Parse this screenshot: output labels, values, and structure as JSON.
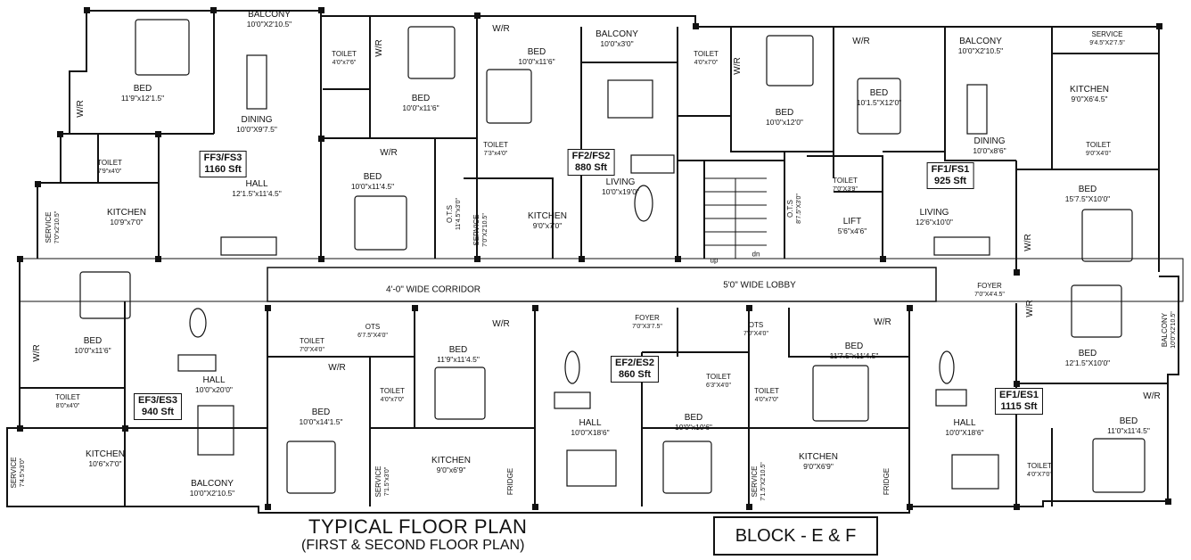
{
  "title": "TYPICAL FLOOR PLAN",
  "subtitle": "(FIRST & SECOND FLOOR PLAN)",
  "block": "BLOCK - E & F",
  "units": {
    "ff3": {
      "name": "FF3/FS3",
      "area": "1160 Sft"
    },
    "ff2": {
      "name": "FF2/FS2",
      "area": "880 Sft"
    },
    "ff1": {
      "name": "FF1/FS1",
      "area": "925 Sft"
    },
    "ef3": {
      "name": "EF3/ES3",
      "area": "940 Sft"
    },
    "ef2": {
      "name": "EF2/ES2",
      "area": "860 Sft"
    },
    "ef1": {
      "name": "EF1/ES1",
      "area": "1115 Sft"
    }
  },
  "corridor": {
    "corridor": "4'-0\" WIDE CORRIDOR",
    "lobby": "5'0\" WIDE LOBBY",
    "up": "up",
    "dn": "dn"
  },
  "rooms": {
    "ff3_balcony": {
      "name": "BALCONY",
      "dim": "10'0\"X2'10.5\""
    },
    "ff3_bed": {
      "name": "BED",
      "dim": "11'9\"x12'1.5\""
    },
    "ff3_wr": {
      "name": "W/R"
    },
    "ff3_dining": {
      "name": "DINING",
      "dim": "10'0\"X9'7.5\""
    },
    "ff3_toilet": {
      "name": "TOILET",
      "dim": "7'9\"x4'0\""
    },
    "ff3_hall": {
      "name": "HALL",
      "dim": "12'1.5\"x11'4.5\""
    },
    "ff3_kitchen": {
      "name": "KITCHEN",
      "dim": "10'9\"x7'0\""
    },
    "ff3_service": {
      "name": "SERVICE",
      "dim": "7'0\"x2'10.5\""
    },
    "ff3_toilet2": {
      "name": "TOILET",
      "dim": "4'0\"x7'6\""
    },
    "ff3_wr2": {
      "name": "W/R"
    },
    "ff3_bed2": {
      "name": "BED",
      "dim": "10'0\"x11'6\""
    },
    "ff3_wr3": {
      "name": "W/R"
    },
    "ff3_bed3": {
      "name": "BED",
      "dim": "10'0\"x11'4.5\""
    },
    "ots1": {
      "name": "O.T.S",
      "dim": "11'4.5\"x3'0\""
    },
    "ff2_wr": {
      "name": "W/R"
    },
    "ff2_bed": {
      "name": "BED",
      "dim": "10'0\"x11'6\""
    },
    "ff2_toilet": {
      "name": "TOILET",
      "dim": "7'3\"x4'0\""
    },
    "ff2_service": {
      "name": "SERVICE",
      "dim": "7'0\"X2'10.5\""
    },
    "ff2_kitchen": {
      "name": "KITCHEN",
      "dim": "9'0\"x7'0\""
    },
    "ff2_balcony": {
      "name": "BALCONY",
      "dim": "10'0\"x3'0\""
    },
    "ff2_living": {
      "name": "LIVING",
      "dim": "10'0\"x19'0\""
    },
    "ff2_toilet2": {
      "name": "TOILET",
      "dim": "4'0\"x7'0\""
    },
    "ff2_wr2": {
      "name": "W/R"
    },
    "ff2_bed2": {
      "name": "BED",
      "dim": "10'0\"x12'0\""
    },
    "ots2": {
      "name": "O.T.S",
      "dim": "8'7.5\"X3'0\""
    },
    "lift": {
      "name": "LIFT",
      "dim": "5'6\"x4'6\""
    },
    "ff1_toilet": {
      "name": "TOILET",
      "dim": "7'0\"X3'9\""
    },
    "ff1_wr": {
      "name": "W/R"
    },
    "ff1_bed": {
      "name": "BED",
      "dim": "10'1.5\"X12'0\""
    },
    "ff1_balcony": {
      "name": "BALCONY",
      "dim": "10'0\"X2'10.5\""
    },
    "ff1_service": {
      "name": "SERVICE",
      "dim": "9'4.5\"X2'7.5\""
    },
    "ff1_kitchen": {
      "name": "KITCHEN",
      "dim": "9'0\"X6'4.5\""
    },
    "ff1_dining": {
      "name": "DINING",
      "dim": "10'0\"x8'6\""
    },
    "ff1_toilet2": {
      "name": "TOILET",
      "dim": "9'0\"X4'0\""
    },
    "ff1_living": {
      "name": "LIVING",
      "dim": "12'6\"x10'0\""
    },
    "ff1_bed2": {
      "name": "BED",
      "dim": "15'7.5\"X10'0\""
    },
    "ff1_wr2": {
      "name": "W/R"
    },
    "ef3_wr": {
      "name": "W/R"
    },
    "ef3_bed": {
      "name": "BED",
      "dim": "10'0\"x11'6\""
    },
    "ef3_toilet": {
      "name": "TOILET",
      "dim": "8'0\"x4'0\""
    },
    "ef3_hall": {
      "name": "HALL",
      "dim": "10'0\"x20'0\""
    },
    "ef3_kitchen": {
      "name": "KITCHEN",
      "dim": "10'6\"x7'0\""
    },
    "ef3_service": {
      "name": "SERVICE",
      "dim": "7'4.5\"x3'0\""
    },
    "ef3_balcony": {
      "name": "BALCONY",
      "dim": "10'0\"X2'10.5\""
    },
    "ef3_toilet2": {
      "name": "TOILET",
      "dim": "7'0\"X4'0\""
    },
    "ef3_ots": {
      "name": "OTS",
      "dim": "6'7.5\"X4'0\""
    },
    "ef3_wr2": {
      "name": "W/R"
    },
    "ef3_bed2": {
      "name": "BED",
      "dim": "10'0\"x14'1.5\""
    },
    "ef2_toilet": {
      "name": "TOILET",
      "dim": "4'0\"x7'0\""
    },
    "ef2_wr": {
      "name": "W/R"
    },
    "ef2_bed": {
      "name": "BED",
      "dim": "11'9\"x11'4.5\""
    },
    "ef2_foyer": {
      "name": "FOYER",
      "dim": "7'0\"X3'7.5\""
    },
    "ef2_hall": {
      "name": "HALL",
      "dim": "10'0\"X18'6\""
    },
    "ef2_kitchen": {
      "name": "KITCHEN",
      "dim": "9'0\"x6'9\""
    },
    "ef2_service": {
      "name": "SERVICE",
      "dim": "7'1.5\"x3'0\""
    },
    "ef2_fridge": {
      "name": "FRIDGE"
    },
    "ef2_toilet2": {
      "name": "TOILET",
      "dim": "6'3\"X4'0\""
    },
    "ef2_bed2": {
      "name": "BED",
      "dim": "10'0\"x10'6\""
    },
    "ef1_ots": {
      "name": "OTS",
      "dim": "7'0\"X4'0\""
    },
    "ef1_wr": {
      "name": "W/R"
    },
    "ef1_toilet": {
      "name": "TOILET",
      "dim": "4'0\"x7'0\""
    },
    "ef1_bed": {
      "name": "BED",
      "dim": "11'7.5\"x11'4.5\""
    },
    "ef1_service": {
      "name": "SERVICE",
      "dim": "7'1.5\"X2'10.5\""
    },
    "ef1_kitchen": {
      "name": "KITCHEN",
      "dim": "9'0\"X6'9\""
    },
    "ef1_fridge": {
      "name": "FRIDGE"
    },
    "ef1_hall": {
      "name": "HALL",
      "dim": "10'0\"X18'6\""
    },
    "ef1_foyer": {
      "name": "FOYER",
      "dim": "7'0\"X4'4.5\""
    },
    "ef1_wr2": {
      "name": "W/R"
    },
    "ef1_bed2": {
      "name": "BED",
      "dim": "12'1.5\"X10'0\""
    },
    "ef1_balcony": {
      "name": "BALCONY",
      "dim": "10'0\"X2'10.5\""
    },
    "ef1_wr3": {
      "name": "W/R"
    },
    "ef1_bed3": {
      "name": "BED",
      "dim": "11'0\"x11'4.5\""
    },
    "ef1_toilet2": {
      "name": "TOILET",
      "dim": "4'0\"X7'0\""
    }
  }
}
